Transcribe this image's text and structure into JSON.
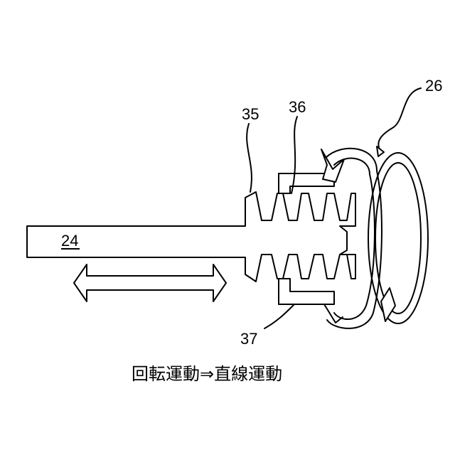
{
  "labels": {
    "shaft": "24",
    "gear": "26",
    "teeth_a": "35",
    "teeth_b": "36",
    "sleeve": "37"
  },
  "caption": "回転運動⇒直線運動"
}
